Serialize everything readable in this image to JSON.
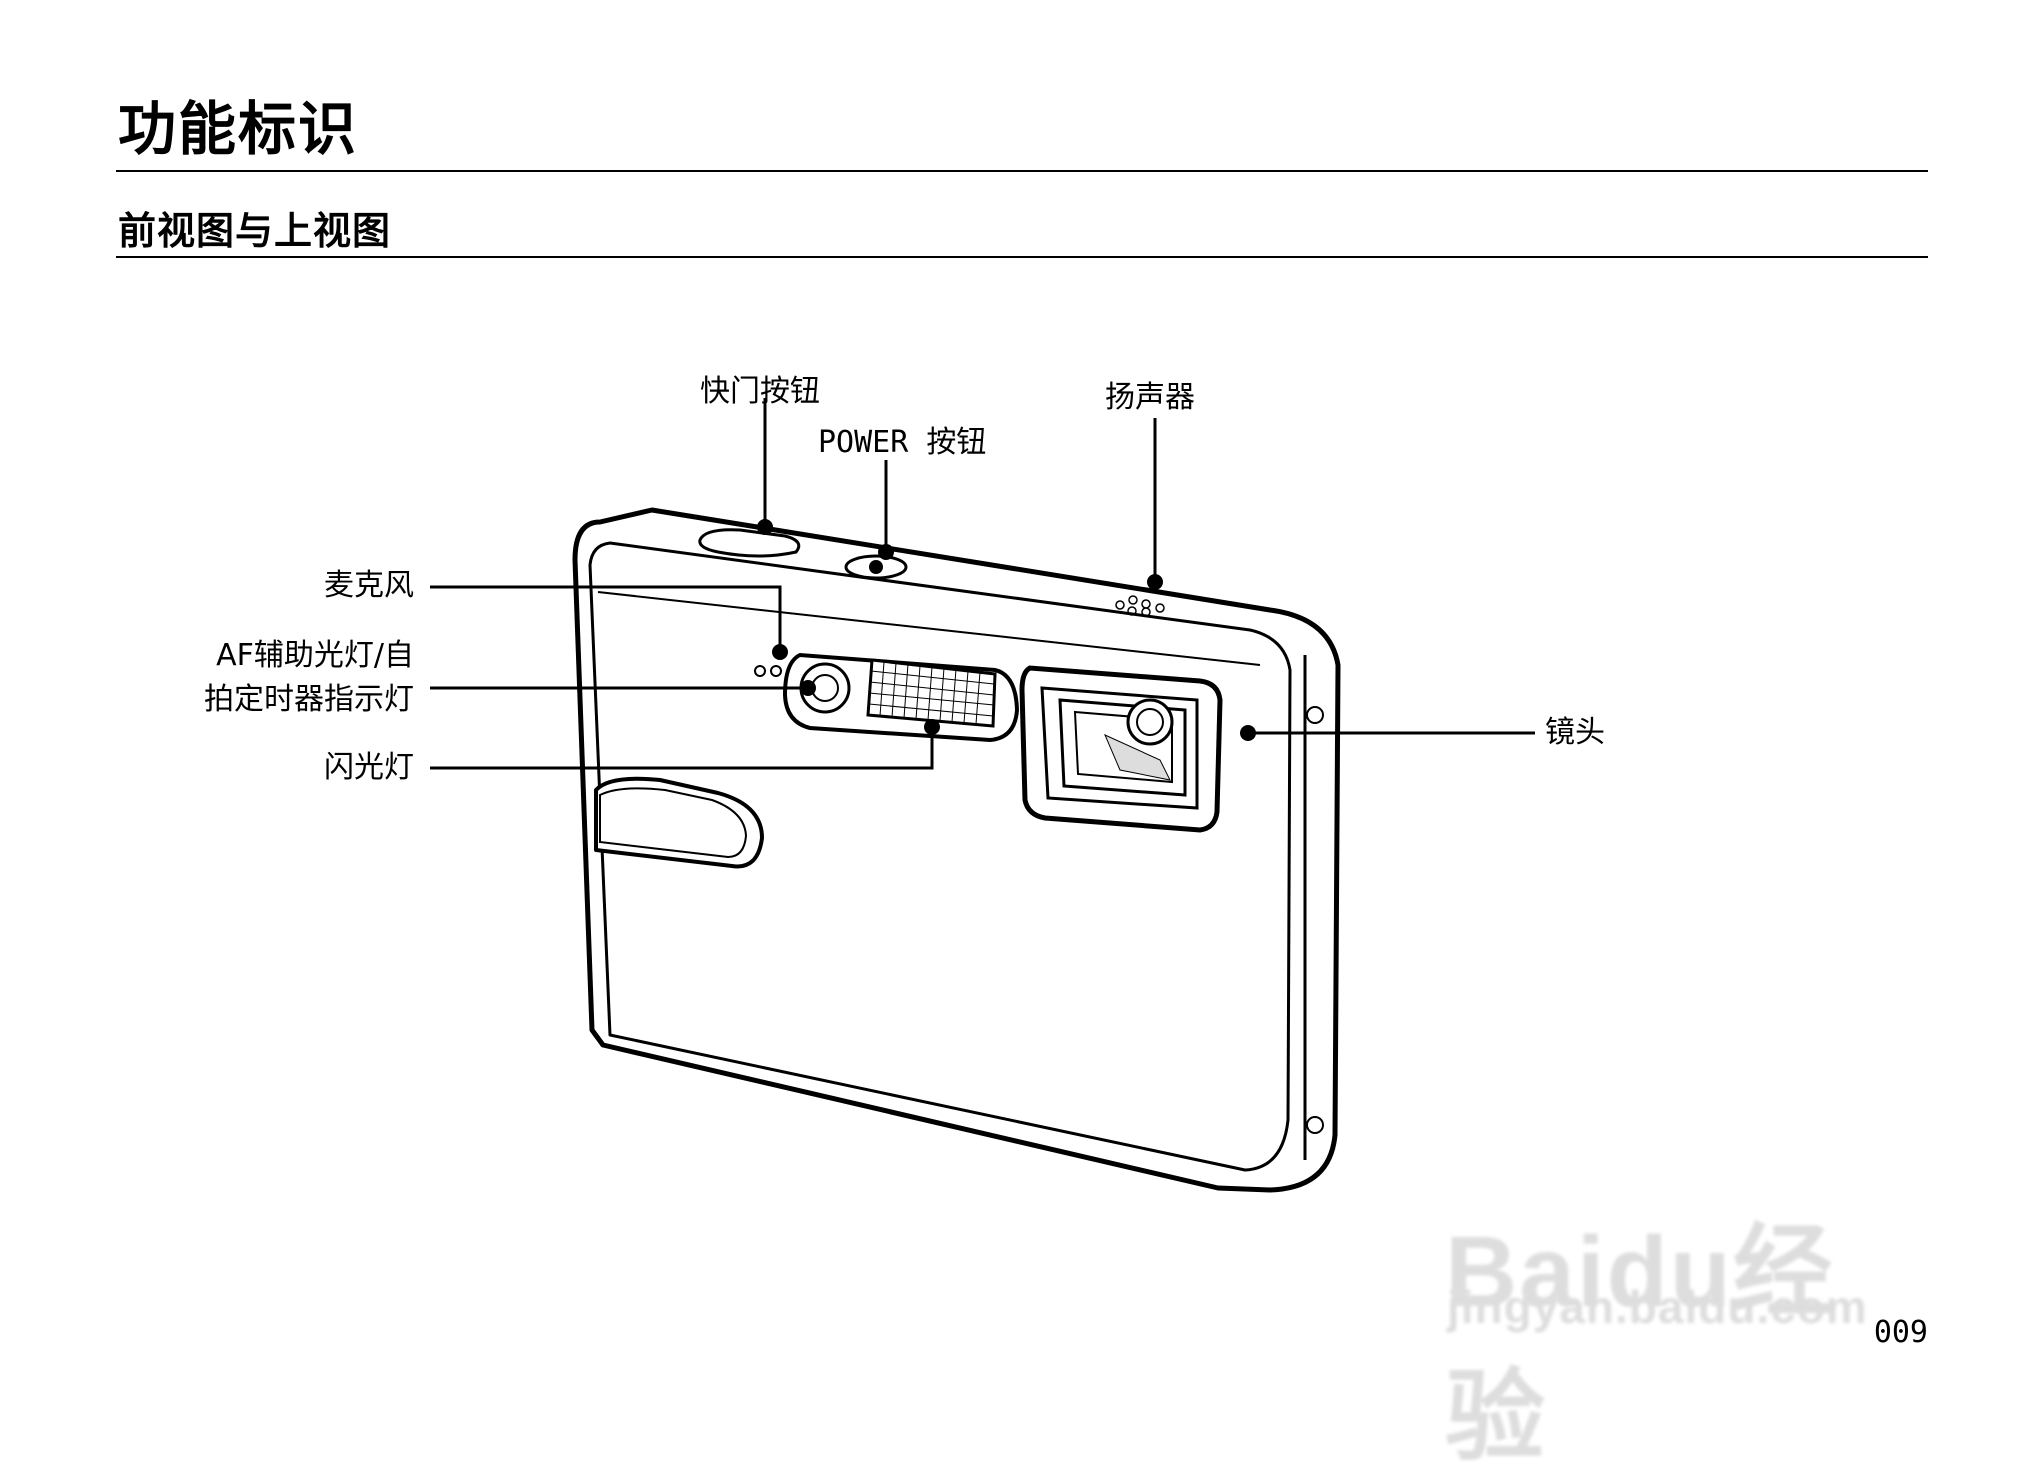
{
  "page": {
    "title": "功能标识",
    "section_title": "前视图与上视图",
    "page_number": "009"
  },
  "callouts": {
    "shutter_button": "快门按钮",
    "power_button": "POWER 按钮",
    "speaker": "扬声器",
    "microphone": "麦克风",
    "af_assist_line1": "AF辅助光灯/自",
    "af_assist_line2": "拍定时器指示灯",
    "flash": "闪光灯",
    "lens": "镜头"
  },
  "watermark": {
    "logo": "Baidu经验",
    "url": "jingyan.baidu.com"
  }
}
